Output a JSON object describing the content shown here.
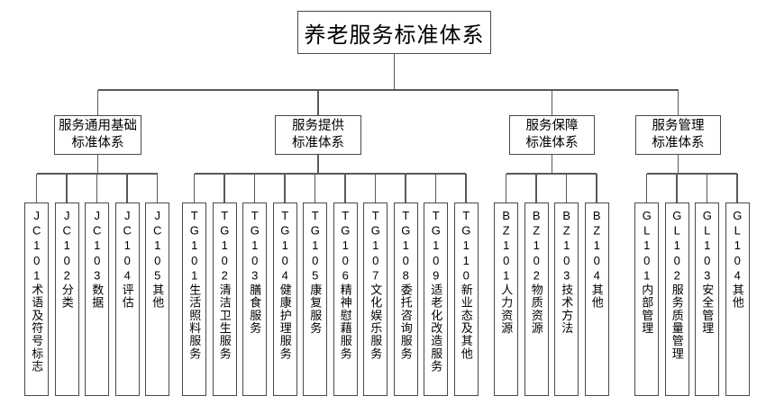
{
  "diagram": {
    "type": "tree",
    "title": "养老服务标准体系",
    "root": {
      "label": "养老服务标准体系"
    },
    "branches": [
      {
        "id": "JC",
        "label_line1": "服务通用基础",
        "label_line2": "标准体系",
        "label": "服务通用基础标准体系",
        "leaves": [
          {
            "code": "JC101",
            "name": "术语及符号标志"
          },
          {
            "code": "JC102",
            "name": "分类"
          },
          {
            "code": "JC103",
            "name": "数据"
          },
          {
            "code": "JC104",
            "name": "评估"
          },
          {
            "code": "JC105",
            "name": "其他"
          }
        ]
      },
      {
        "id": "TG",
        "label_line1": "服务提供",
        "label_line2": "标准体系",
        "label": "服务提供标准体系",
        "leaves": [
          {
            "code": "TG101",
            "name": "生活照料服务"
          },
          {
            "code": "TG102",
            "name": "清洁卫生服务"
          },
          {
            "code": "TG103",
            "name": "膳食服务"
          },
          {
            "code": "TG104",
            "name": "健康护理服务"
          },
          {
            "code": "TG105",
            "name": "康复服务"
          },
          {
            "code": "TG106",
            "name": "精神慰藉服务"
          },
          {
            "code": "TG107",
            "name": "文化娱乐服务"
          },
          {
            "code": "TG108",
            "name": "委托咨询服务"
          },
          {
            "code": "TG109",
            "name": "适老化改造服务"
          },
          {
            "code": "TG110",
            "name": "新业态及其他"
          }
        ]
      },
      {
        "id": "BZ",
        "label_line1": "服务保障",
        "label_line2": "标准体系",
        "label": "服务保障标准体系",
        "leaves": [
          {
            "code": "BZ101",
            "name": "人力资源"
          },
          {
            "code": "BZ102",
            "name": "物质资源"
          },
          {
            "code": "BZ103",
            "name": "技术方法"
          },
          {
            "code": "BZ104",
            "name": "其他"
          }
        ]
      },
      {
        "id": "GL",
        "label_line1": "服务管理",
        "label_line2": "标准体系",
        "label": "服务管理标准体系",
        "leaves": [
          {
            "code": "GL101",
            "name": "内部管理"
          },
          {
            "code": "GL102",
            "name": "服务质量管理"
          },
          {
            "code": "GL103",
            "name": "安全管理"
          },
          {
            "code": "GL104",
            "name": "其他"
          }
        ]
      }
    ],
    "colors": {
      "background": "#ffffff",
      "box_border": "#4a4a4a",
      "connector": "#595959",
      "text": "#000000"
    }
  }
}
